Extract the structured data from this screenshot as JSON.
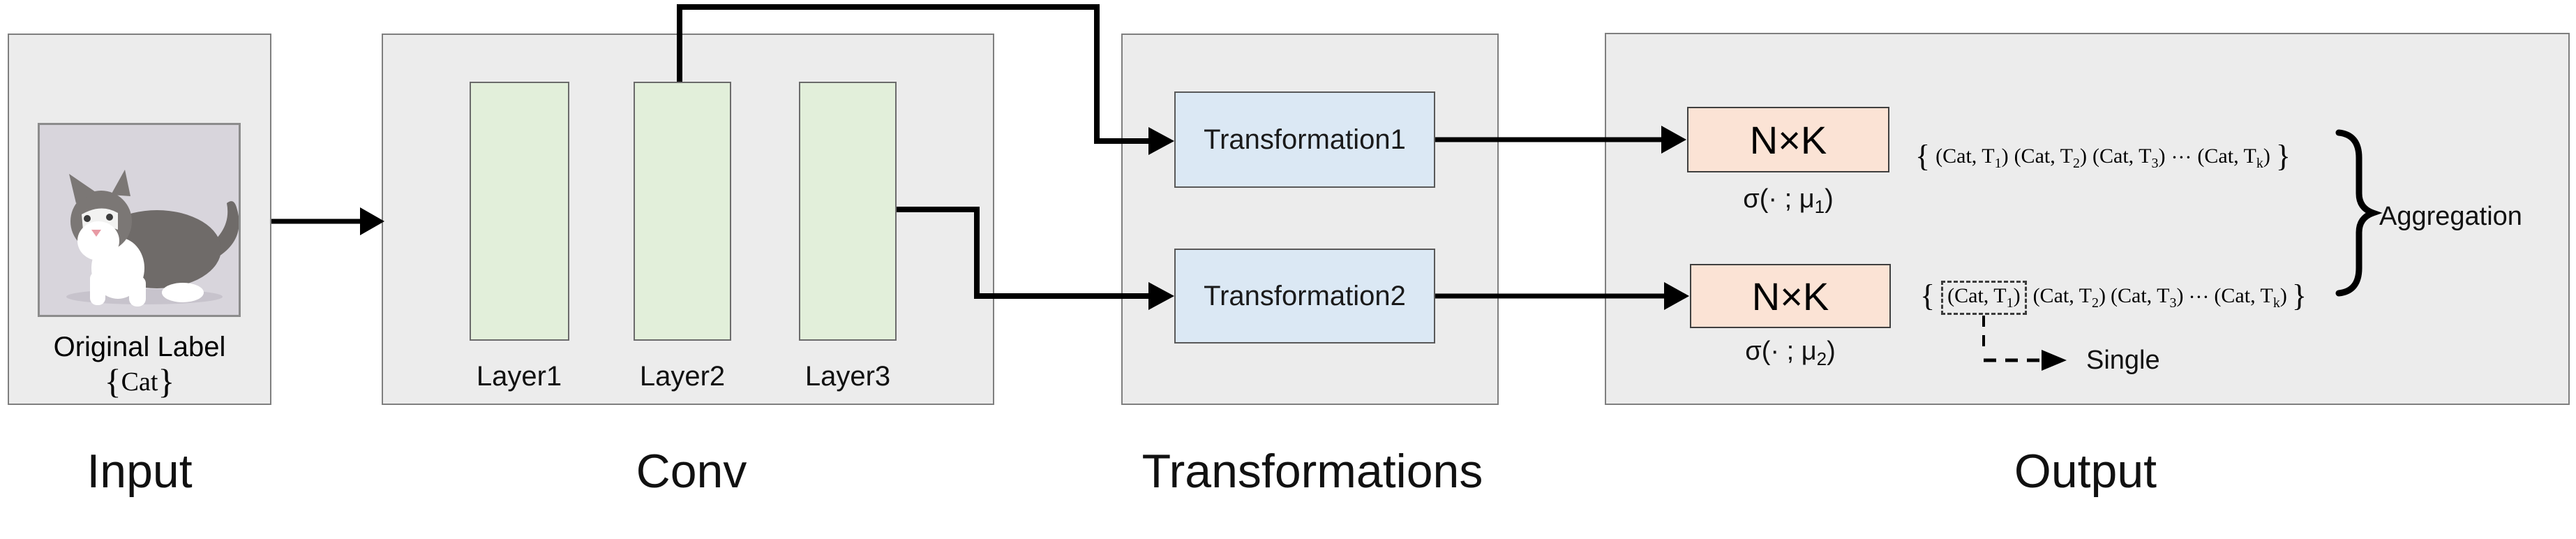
{
  "figure": {
    "captions": {
      "input": "Input",
      "conv": "Conv",
      "transformations": "Transformations",
      "output": "Output"
    },
    "input": {
      "original_label": "Original Label",
      "set_open": "{",
      "set_word": "Cat",
      "set_close": "}",
      "photo": "cat-photo"
    },
    "conv": {
      "layer1": "Layer1",
      "layer2": "Layer2",
      "layer3": "Layer3"
    },
    "transformations": {
      "box1": "Transformation1",
      "box2": "Transformation2"
    },
    "output": {
      "row1": {
        "matrix": "N×K",
        "sigma_pre": "σ(· ; μ",
        "sigma_sub": "1",
        "sigma_post": ")",
        "set_open": "{",
        "t1_pre": "(Cat, T",
        "t1_sub": "1",
        "t1_post": ")",
        "t2_pre": "(Cat, T",
        "t2_sub": "2",
        "t2_post": ")",
        "t3_pre": "(Cat, T",
        "t3_sub": "3",
        "t3_post": ")",
        "ellipsis": "···",
        "tk_pre": "(Cat, T",
        "tk_sub": "k",
        "tk_post": ")",
        "set_close": "}",
        "annotation": "Aggregation"
      },
      "row2": {
        "matrix": "N×K",
        "sigma_pre": "σ(· ; μ",
        "sigma_sub": "2",
        "sigma_post": ")",
        "set_open": "{",
        "t1_pre": "(Cat, T",
        "t1_sub": "1",
        "t1_post": ")",
        "t2_pre": "(Cat, T",
        "t2_sub": "2",
        "t2_post": ")",
        "t3_pre": "(Cat, T",
        "t3_sub": "3",
        "t3_post": ")",
        "ellipsis": "···",
        "tk_pre": "(Cat, T",
        "tk_sub": "k",
        "tk_post": ")",
        "set_close": "}",
        "annotation": "Single"
      }
    },
    "colors": {
      "panel_fill": "#ececec",
      "panel_border": "#7f7f7f",
      "layer_green": "#e2efda",
      "transformation_blue": "#dbe8f4",
      "matrix_orange": "#fbe3d5",
      "line_black": "#000000"
    }
  }
}
